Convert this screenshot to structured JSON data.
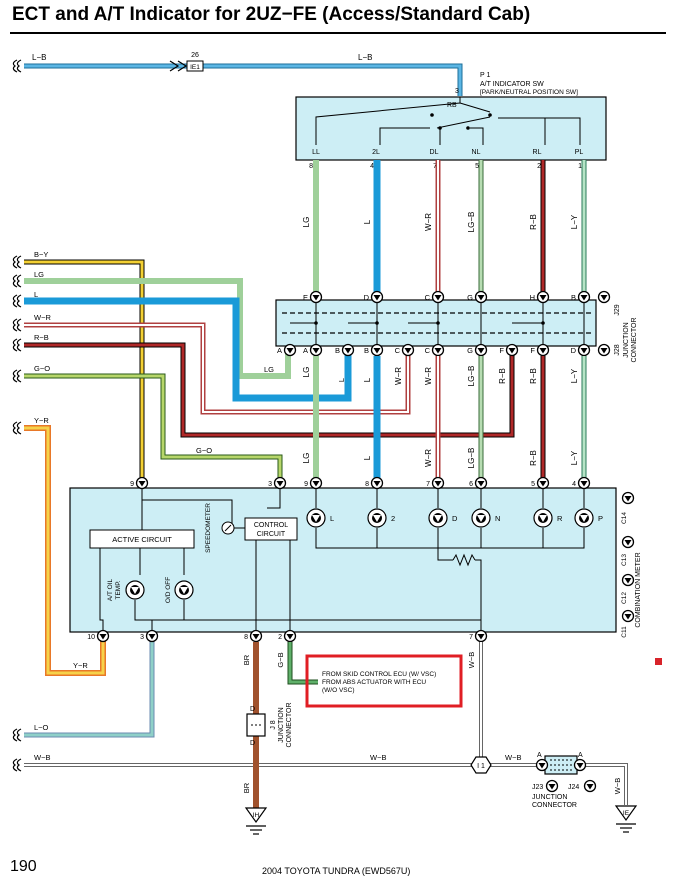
{
  "page": {
    "title": "ECT and A/T Indicator for 2UZ−FE (Access/Standard Cab)",
    "page_number": "190",
    "footer": "2004 TOYOTA TUNDRA (EWD567U)"
  },
  "colors": {
    "LB": "#4aa3d6",
    "L": "#1a9ad8",
    "LG": "#9fd09a",
    "GO": "#8dbb4a",
    "BY": "#e0b820",
    "WR": "#e49aa0",
    "RB": "#b02828",
    "YR": "#f2c530",
    "LO": "#6ec0ce",
    "GB": "#4e9e56",
    "WB": "#9a9a9a",
    "BR": "#a0522d",
    "LY": "#9fd6b6",
    "box": "#cdeef5",
    "highlight": "#e01e24"
  },
  "diagram": {
    "left_wires": {
      "lb": "L−B",
      "by": "B−Y",
      "lg": "LG",
      "l": "L",
      "wr": "W−R",
      "rb": "R−B",
      "go": "G−O",
      "yr": "Y−R",
      "lo": "L−O",
      "wb": "W−B"
    },
    "top_wire": {
      "right_label": "L−B",
      "conn_num": "26",
      "conn_id": "IE1",
      "pin": "3"
    },
    "switch": {
      "id": "P 1",
      "name": "A/T INDICATOR SW",
      "sub": "[PARK/NEUTRAL POSITION SW]",
      "rb": "RB",
      "terms": [
        "LL",
        "2L",
        "DL",
        "NL",
        "RL",
        "PL"
      ],
      "pins": [
        "8",
        "4",
        "7",
        "5",
        "2",
        "1"
      ]
    },
    "wire_names_upper": [
      "LG",
      "L",
      "W−R",
      "LG−B",
      "R−B",
      "L−Y"
    ],
    "wire_names_lower": [
      "LG",
      "L",
      "W−R",
      "W−R",
      "LG−B",
      "R−B",
      "R−B",
      "L−Y"
    ],
    "side_wire_labels": {
      "lg": "LG",
      "l": "L",
      "wr": "W−R",
      "rb": "R−B",
      "go": "G−O",
      "yr": "Y−R"
    },
    "junction": {
      "top_letters": [
        "E",
        "D",
        "C",
        "G",
        "H",
        "B"
      ],
      "bottom_letters": [
        "A",
        "A",
        "B",
        "B",
        "C",
        "C",
        "G",
        "F",
        "F",
        "D"
      ],
      "j29": "J29",
      "j28": "J28",
      "name": "JUNCTION",
      "name2": "CONNECTOR"
    },
    "meter": {
      "top_pins": [
        "9",
        "3",
        "9",
        "8",
        "7",
        "6",
        "5",
        "4"
      ],
      "bottom_pins": [
        "10",
        "3",
        "8",
        "2",
        "7"
      ],
      "lamps": [
        "L",
        "2",
        "D",
        "N",
        "R",
        "P"
      ],
      "active_circuit": "ACTIVE CIRCUIT",
      "speedometer": "SPEEDOMETER",
      "control_circuit": [
        "CONTROL",
        "CIRCUIT"
      ],
      "at_oil": [
        "A/T OIL",
        "TEMP."
      ],
      "od_off": "O/D OFF",
      "conn_ids": [
        "C14",
        "C13",
        "C12",
        "C11"
      ],
      "name": "COMBINATION METER"
    },
    "bottom_wires": {
      "br": "BR",
      "gb": "G−B",
      "wb": "W−B"
    },
    "note": [
      "FROM SKID CONTROL ECU (W/ VSC)",
      "FROM ABS ACTUATOR WITH ECU",
      "(W/O VSC)"
    ],
    "j8": {
      "pin_top": "D",
      "pin_bottom": "D",
      "id": "J 8",
      "name": "JUNCTION",
      "name2": "CONNECTOR"
    },
    "i1": "I 1",
    "j23": {
      "pin_left": "A",
      "pin_right": "A",
      "id1": "J23",
      "id2": "J24",
      "name": "JUNCTION",
      "name2": "CONNECTOR"
    },
    "grounds": [
      "IH",
      "IE"
    ]
  }
}
